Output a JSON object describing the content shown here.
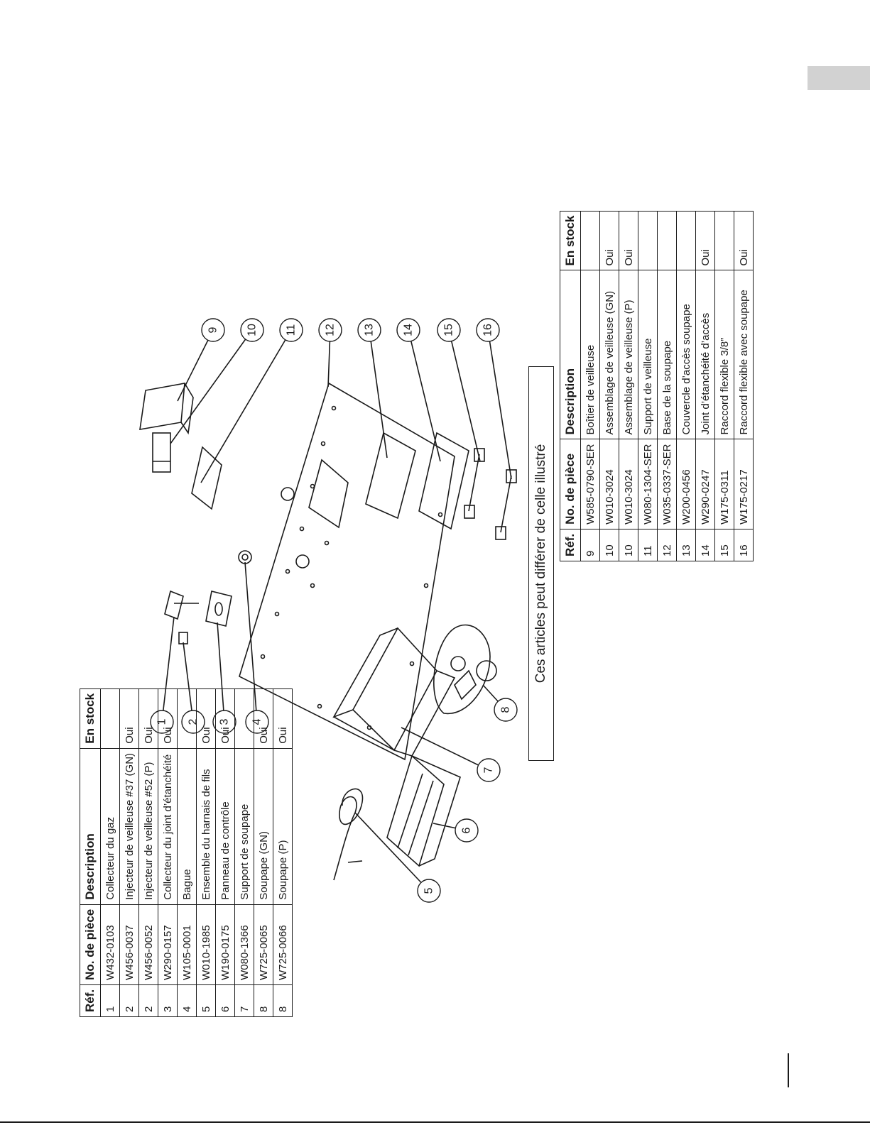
{
  "note": "Ces articles peut différer de celle illustré",
  "columns": {
    "ref": "Réf.",
    "part_no": "No. de pièce",
    "description": "Description",
    "in_stock": "En stock"
  },
  "left_table": [
    {
      "ref": "1",
      "part_no": "W432-0103",
      "description": "Collecteur du gaz",
      "in_stock": ""
    },
    {
      "ref": "2",
      "part_no": "W456-0037",
      "description": "Injecteur de veilleuse #37 (GN)",
      "in_stock": "Oui"
    },
    {
      "ref": "2",
      "part_no": "W456-0052",
      "description": "Injecteur de veilleuse #52 (P)",
      "in_stock": "Oui"
    },
    {
      "ref": "3",
      "part_no": "W290-0157",
      "description": "Collecteur du joint d’étanchéité",
      "in_stock": "Oui"
    },
    {
      "ref": "4",
      "part_no": "W105-0001",
      "description": "Bague",
      "in_stock": ""
    },
    {
      "ref": "5",
      "part_no": "W010-1985",
      "description": "Ensemble du harnais de fils",
      "in_stock": "Oui"
    },
    {
      "ref": "6",
      "part_no": "W190-0175",
      "description": "Panneau de contrôle",
      "in_stock": "Oui"
    },
    {
      "ref": "7",
      "part_no": "W080-1366",
      "description": "Support de soupape",
      "in_stock": ""
    },
    {
      "ref": "8",
      "part_no": "W725-0065",
      "description": "Soupape (GN)",
      "in_stock": "Oui"
    },
    {
      "ref": "8",
      "part_no": "W725-0066",
      "description": "Soupape (P)",
      "in_stock": "Oui"
    }
  ],
  "right_table": [
    {
      "ref": "9",
      "part_no": "W585-0790-SER",
      "description": "Boîtier de veilleuse",
      "in_stock": ""
    },
    {
      "ref": "10",
      "part_no": "W010-3024",
      "description": "Assemblage de veilleuse (GN)",
      "in_stock": "Oui"
    },
    {
      "ref": "10",
      "part_no": "W010-3024",
      "description": "Assemblage de veilleuse (P)",
      "in_stock": "Oui"
    },
    {
      "ref": "11",
      "part_no": "W080-1304-SER",
      "description": "Support de veilleuse",
      "in_stock": ""
    },
    {
      "ref": "12",
      "part_no": "W035-0337-SER",
      "description": "Base de la soupape",
      "in_stock": ""
    },
    {
      "ref": "13",
      "part_no": "W200-0456",
      "description": "Couvercle d’accès soupape",
      "in_stock": ""
    },
    {
      "ref": "14",
      "part_no": "W290-0247",
      "description": "Joint d’étanchéité d’accès",
      "in_stock": "Oui"
    },
    {
      "ref": "15",
      "part_no": "W175-0311",
      "description": "Raccord flexible 3/8”",
      "in_stock": ""
    },
    {
      "ref": "16",
      "part_no": "W175-0217",
      "description": "Raccord flexible avec soupape",
      "in_stock": "Oui"
    }
  ],
  "callouts": [
    "1",
    "2",
    "3",
    "4",
    "5",
    "6",
    "7",
    "8",
    "9",
    "10",
    "11",
    "12",
    "13",
    "14",
    "15",
    "16"
  ]
}
